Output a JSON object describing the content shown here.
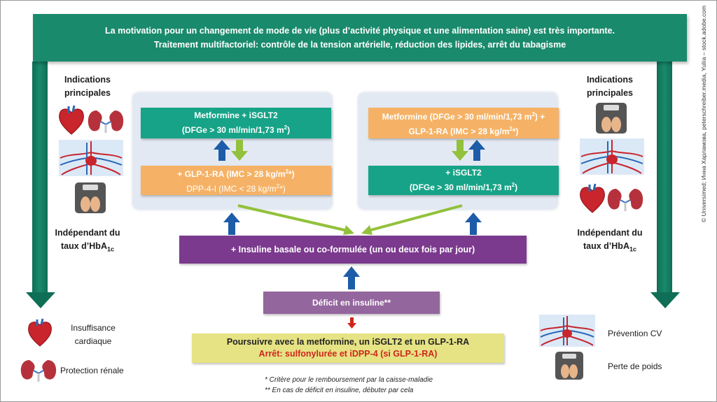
{
  "banner": {
    "line1": "La motivation pour un changement de mode de vie (plus d’activité physique et une alimentation saine) est très importante.",
    "line2": "Traitement multifactoriel: contrôle de la tension artérielle, réduction des lipides, arrêt du tabagisme"
  },
  "left_side": {
    "title_line1": "Indications",
    "title_line2": "principales",
    "indep_line1": "Indépendant du",
    "indep_line2_prefix": "taux d’HbA",
    "indep_line2_sub": "1c"
  },
  "right_side": {
    "title_line1": "Indications",
    "title_line2": "principales",
    "indep_line1": "Indépendant du",
    "indep_line2_prefix": "taux d’HbA",
    "indep_line2_sub": "1c"
  },
  "left_panel": {
    "top_box": {
      "line1": "Metformine + iSGLT2",
      "line2_prefix": "(DFGe > 30 ml/min/1,73 m",
      "line2_sup": "2",
      "line2_suffix": ")"
    },
    "bottom_box": {
      "line1_prefix": "+ GLP-1-RA (IMC > 28 kg/m",
      "line1_sup": "2",
      "line1_suffix": "*)",
      "line2_prefix": "DPP-4-I (IMC < 28 kg/m",
      "line2_sup": "2",
      "line2_suffix": "*)"
    }
  },
  "right_panel": {
    "top_box": {
      "line1_prefix": "Metformine (DFGe > 30 ml/min/1,73 m",
      "line1_sup": "2",
      "line1_suffix": ") +",
      "line2_prefix": "GLP-1-RA (IMC > 28 kg/m",
      "line2_sup": "2",
      "line2_suffix": "*)"
    },
    "bottom_box": {
      "line1": "+ iSGLT2",
      "line2_prefix": "(DFGe > 30 ml/min/1,73 m",
      "line2_sup": "2",
      "line2_suffix": ")"
    }
  },
  "insulin_box": "+ Insuline basale ou co-formulée (un ou deux fois par jour)",
  "deficit_box": "Déficit en insuline**",
  "continue_box": {
    "line1": "Poursuivre avec la metformine, un iSGLT2 et un GLP-1-RA",
    "line2": "Arrêt: sulfonylurée et iDPP-4 (si GLP-1-RA)"
  },
  "footnotes": {
    "f1": "* Critère pour le remboursement par la caisse-maladie",
    "f2": "** En cas de déficit en insuline, débuter par cela"
  },
  "legend_left": {
    "heart_failure_line1": "Insuffisance",
    "heart_failure_line2": "cardiaque",
    "renal": "Protection rénale"
  },
  "legend_right": {
    "cv": "Prévention CV",
    "weight": "Perte de poids"
  },
  "credit": "© Universimed; Инна Харламова, peterschreiber.media, Yuliia – stock.adobe.com",
  "icons": [
    "heart-icon",
    "kidney-icon",
    "circulation-icon",
    "scale-icon"
  ],
  "colors": {
    "banner": "#1a8a6c",
    "teal": "#17a387",
    "orange": "#f5b266",
    "purple": "#7b3a8d",
    "light_purple": "#94669e",
    "yellow": "#e6e384",
    "arrow_blue": "#1d5ca8",
    "arrow_green": "#92c13b",
    "arrow_red": "#d0251c",
    "stop_text": "#d0251c"
  }
}
